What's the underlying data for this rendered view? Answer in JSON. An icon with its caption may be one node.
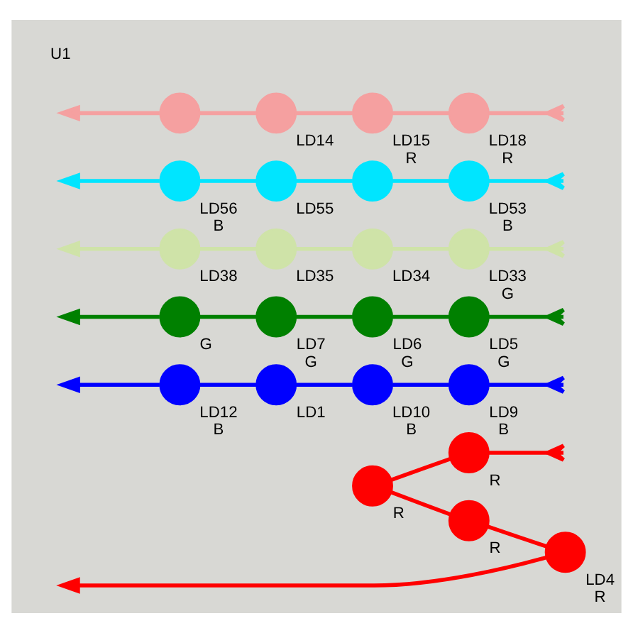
{
  "diagram": {
    "nodes": [
      {
        "text": [],
        "shape": "circle",
        "beside": [
          "R"
        ]
      },
      {
        "text": [],
        "shape": "circle",
        "beside": [
          "LD10",
          "B"
        ]
      },
      {
        "text": [],
        "shape": "circle",
        "beside": [
          "LD7",
          "G"
        ]
      },
      {
        "text": [],
        "shape": "circle",
        "beside": [
          "LD5",
          "G"
        ]
      },
      {
        "text": [],
        "shape": "circle",
        "beside": [
          "LD6",
          "G"
        ]
      },
      {
        "text": [],
        "shape": "circle",
        "beside": [
          "LD12",
          "B"
        ]
      },
      {
        "text": [],
        "shape": "circle",
        "beside": [
          "LD4",
          "R"
        ]
      },
      {
        "text": [],
        "shape": "circle",
        "beside": [
          "R"
        ]
      },
      {
        "text": [],
        "shape": "circle",
        "beside": [
          "R"
        ]
      },
      {
        "text": [],
        "shape": "circle",
        "beside": [
          "LD1"
        ]
      },
      {
        "text": [],
        "shape": "circle",
        "beside": [
          "LD9",
          "B"
        ]
      },
      {
        "text": [],
        "shape": "circle",
        "beside": [
          "G"
        ]
      },
      {
        "text": [],
        "shape": "circle",
        "beside": [
          "LD33",
          "G"
        ]
      },
      {
        "text": [],
        "shape": "circle"
      },
      {
        "text": [],
        "shape": "circle",
        "beside": [
          "LD56",
          "B"
        ]
      },
      {
        "text": [],
        "shape": "circle",
        "beside": [
          "LD34"
        ]
      },
      {
        "text": [],
        "shape": "circle",
        "beside": [
          "LD38"
        ]
      },
      {
        "text": [],
        "shape": "circle",
        "beside": [
          "LD53",
          "B"
        ]
      },
      {
        "text": [],
        "shape": "circle",
        "beside": [
          "LD18",
          "R"
        ]
      },
      {
        "text": [],
        "shape": "circle",
        "beside": [
          "LD14"
        ]
      },
      {
        "text": [],
        "shape": "circle"
      },
      {
        "text": [],
        "shape": "circle",
        "beside": [
          "LD15",
          "R"
        ]
      },
      {
        "text": [],
        "shape": "circle",
        "beside": [
          "LD55"
        ]
      },
      {
        "text": [],
        "shape": "circle",
        "beside": [
          "LD35"
        ]
      }
    ],
    "edges": [
      {
        "from": 6,
        "to": null,
        "arrow": "to",
        "color": "#ff0000"
      },
      {
        "from": 6,
        "to": 0,
        "arrow": "none",
        "color": "#ff0000"
      },
      {
        "from": 0,
        "to": 8,
        "arrow": "none",
        "color": "#ff0000"
      },
      {
        "from": null,
        "to": 7,
        "arrow": "other",
        "color": "#ff0000"
      },
      {
        "from": 7,
        "to": 8,
        "arrow": "none",
        "color": "#ff0000"
      },
      {
        "from": null,
        "to": 3,
        "arrow": "other",
        "color": "#008000"
      },
      {
        "from": 3,
        "to": 4,
        "arrow": "none",
        "color": "#008000"
      },
      {
        "from": 4,
        "to": 2,
        "arrow": "none",
        "color": "#008000"
      },
      {
        "from": 2,
        "to": 11,
        "arrow": "none",
        "color": "#008000"
      },
      {
        "from": 11,
        "to": null,
        "arrow": "to",
        "color": "#008000"
      },
      {
        "from": null,
        "to": 10,
        "arrow": "other",
        "color": "#0000ff"
      },
      {
        "from": 10,
        "to": 1,
        "arrow": "none",
        "color": "#0000ff"
      },
      {
        "from": 1,
        "to": 9,
        "arrow": "none",
        "color": "#0000ff"
      },
      {
        "from": 9,
        "to": 5,
        "arrow": "none",
        "color": "#0000ff"
      },
      {
        "from": 5,
        "to": null,
        "arrow": "to",
        "color": "#0000ff"
      },
      {
        "from": null,
        "to": 17,
        "arrow": "other",
        "color": "#00e5ff"
      },
      {
        "from": 17,
        "to": 13,
        "arrow": "none",
        "color": "#00e5ff"
      },
      {
        "from": 13,
        "to": 22,
        "arrow": "none",
        "color": "#00e5ff"
      },
      {
        "from": 22,
        "to": 14,
        "arrow": "none",
        "color": "#00e5ff"
      },
      {
        "from": 14,
        "to": null,
        "arrow": "to",
        "color": "#00e5ff"
      },
      {
        "from": null,
        "to": 12,
        "arrow": "other",
        "color": "#cfe3a8"
      },
      {
        "from": 12,
        "to": 15,
        "arrow": "none",
        "color": "#cfe3a8"
      },
      {
        "from": 15,
        "to": 23,
        "arrow": "none",
        "color": "#cfe3a8"
      },
      {
        "from": 23,
        "to": 16,
        "arrow": "none",
        "color": "#cfe3a8"
      },
      {
        "from": 16,
        "to": null,
        "arrow": "to",
        "color": "#cfe3a8"
      },
      {
        "from": null,
        "to": 18,
        "arrow": "other",
        "color": "#f5a0a0"
      },
      {
        "from": 18,
        "to": 21,
        "arrow": "none",
        "color": "#f5a0a0"
      },
      {
        "from": 21,
        "to": 19,
        "arrow": "none",
        "color": "#f5a0a0"
      },
      {
        "from": 19,
        "to": 20,
        "arrow": "none",
        "color": "#f5a0a0"
      },
      {
        "from": 20,
        "to": null,
        "arrow": "to",
        "color": "#f5a0a0"
      }
    ],
    "labels": [
      "U1"
    ]
  }
}
